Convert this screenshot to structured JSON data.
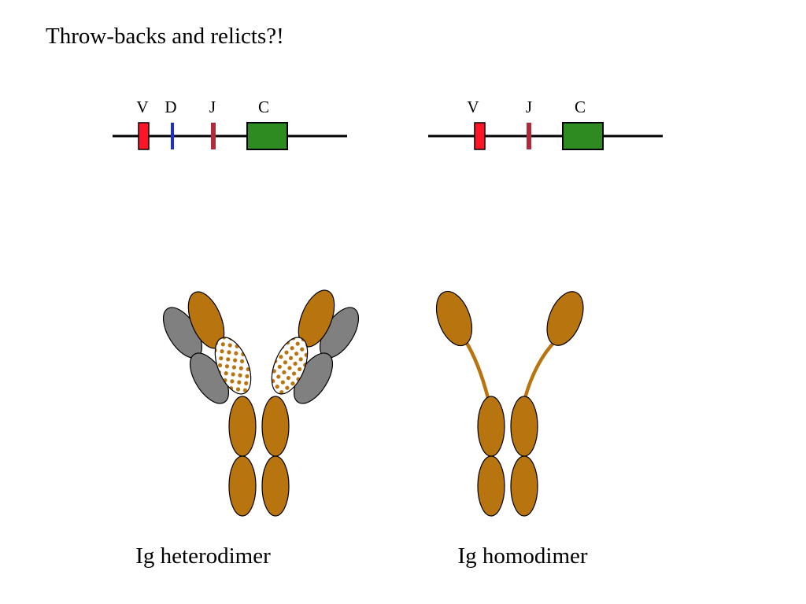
{
  "title": "Throw-backs and relicts?!",
  "gene_loci": [
    {
      "segments": [
        "V",
        "D",
        "J",
        "C"
      ]
    },
    {
      "segments": [
        "V",
        "J",
        "C"
      ]
    }
  ],
  "molecules": [
    {
      "caption": "Ig heterodimer"
    },
    {
      "caption": "Ig homodimer"
    }
  ],
  "colors": {
    "V": "#ff1428",
    "D": "#1a2fd6",
    "J": "#b02a3c",
    "C": "#2e8b22",
    "heavy_chain": "#b8740f",
    "light_chain": "#808080",
    "line": "#000000"
  }
}
